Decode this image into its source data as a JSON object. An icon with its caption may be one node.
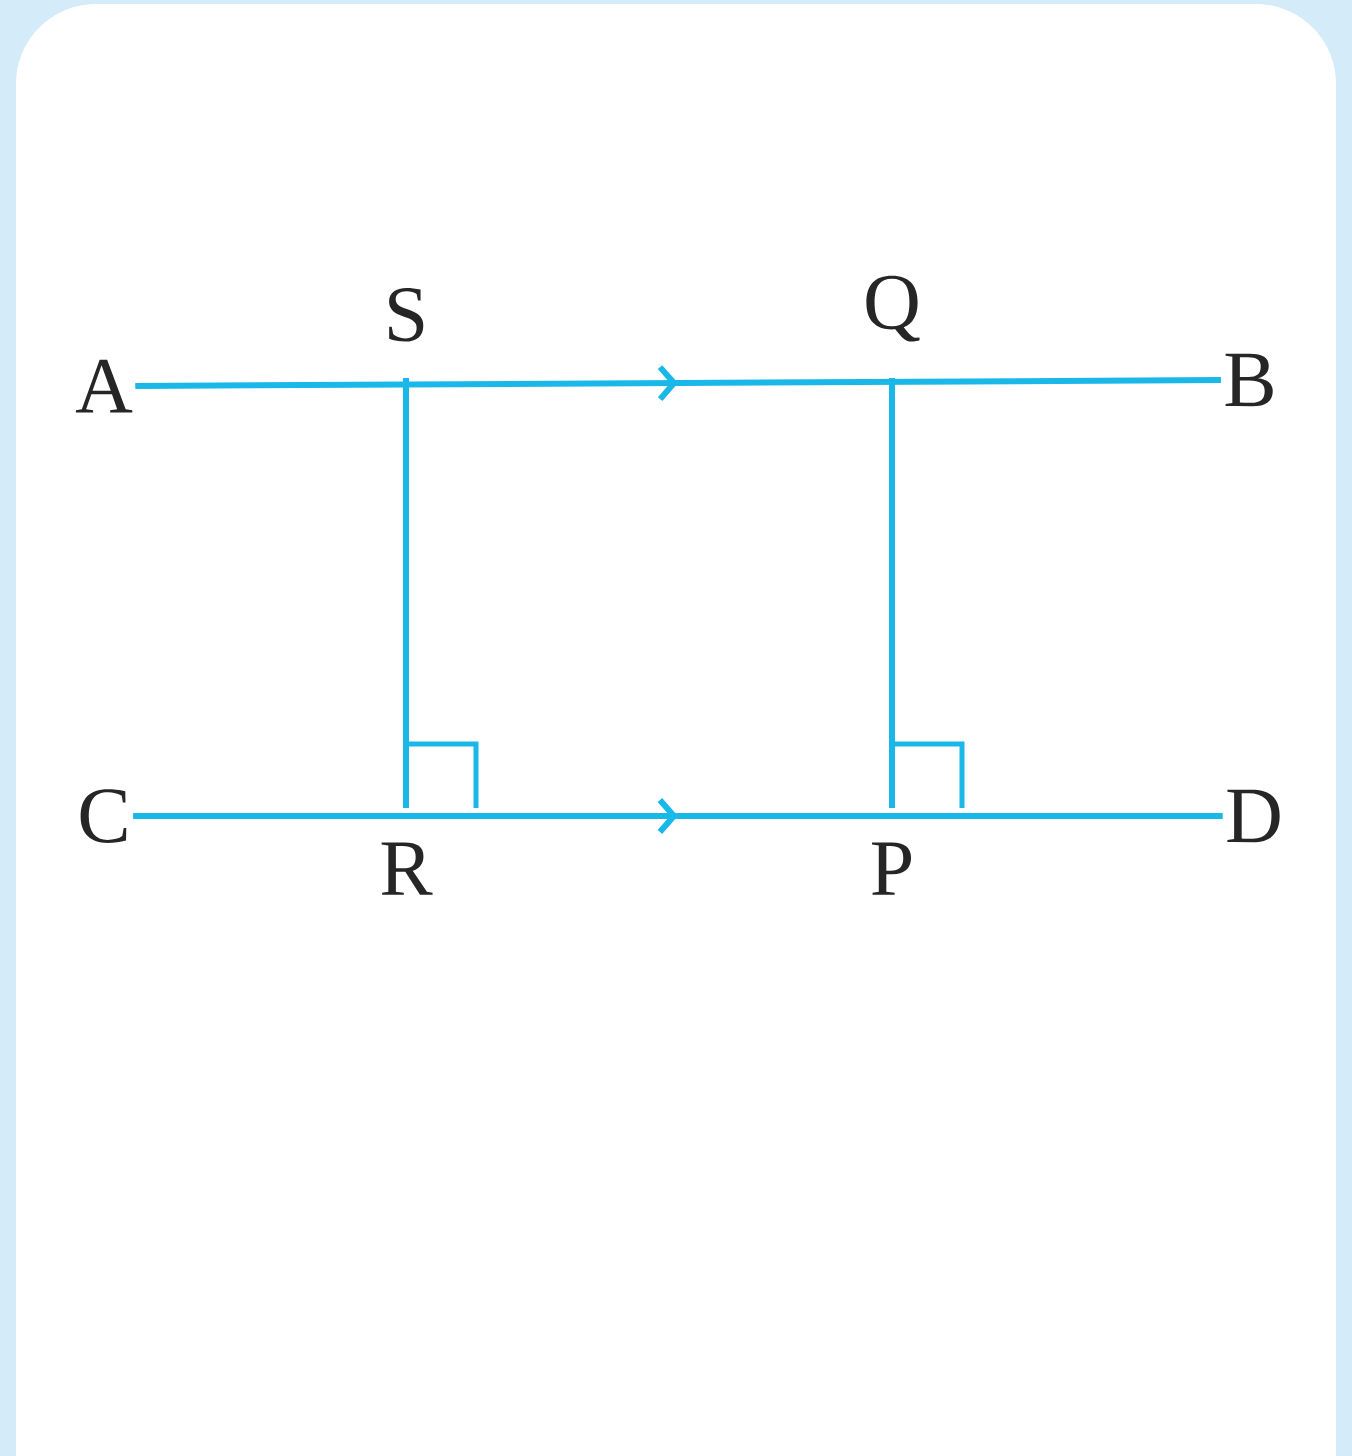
{
  "diagram": {
    "nodes": [
      {
        "text": [
          "A"
        ]
      },
      {
        "text": [
          "B"
        ]
      },
      {
        "text": [
          "C"
        ]
      },
      {
        "text": [
          "D"
        ]
      },
      {
        "text": [
          "S"
        ]
      },
      {
        "text": [
          "Q"
        ]
      },
      {
        "text": [
          "R"
        ]
      },
      {
        "text": [
          "P"
        ]
      }
    ],
    "edges": [
      {
        "from": 0,
        "to": 1,
        "arrow": "to"
      },
      {
        "from": 2,
        "to": 3,
        "arrow": "to"
      },
      {
        "from": 4,
        "to": 6,
        "arrow": "none"
      },
      {
        "from": 5,
        "to": 7,
        "arrow": "none"
      }
    ]
  }
}
